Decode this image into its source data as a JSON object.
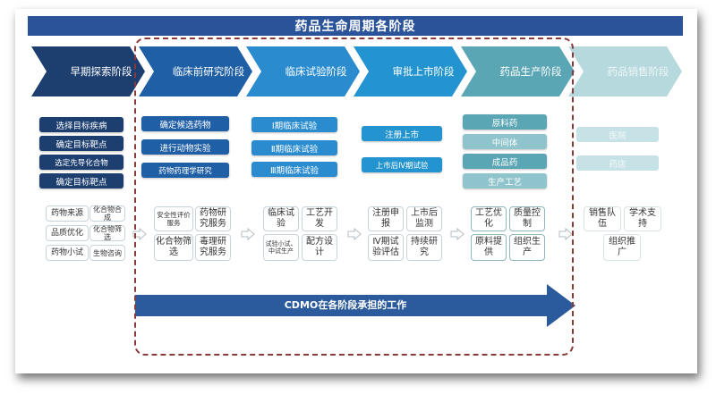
{
  "title": "药品生命周期各阶段",
  "colors": {
    "title_bar": "#2a5399",
    "stage_early": "#1d3f70",
    "stage_preclinical": "#1f5fa5",
    "stage_clinical": "#2a8ccf",
    "stage_approval": "#2394cf",
    "stage_production": "#5aa6b4",
    "stage_sales": "#b6d9de",
    "dashed_border": "#8b3a3a",
    "cdmo_arrow": "#2b5b9c"
  },
  "stages": [
    {
      "label": "早期探索阶段"
    },
    {
      "label": "临床前研究阶段"
    },
    {
      "label": "临床试验阶段"
    },
    {
      "label": "审批上市阶段"
    },
    {
      "label": "药品生产阶段"
    },
    {
      "label": "药品销售阶段"
    }
  ],
  "activities": {
    "early": [
      "选择目标疾病",
      "确定目标靶点",
      "选定先导化合物",
      "确定目标靶点"
    ],
    "preclinical": [
      "确定候选药物",
      "进行动物实验",
      "药物药理学研究"
    ],
    "clinical": [
      "Ⅰ期临床试验",
      "Ⅱ期临床试验",
      "Ⅲ期临床试验"
    ],
    "approval": [
      "注册上市",
      "上市后Ⅳ期试验"
    ],
    "production": [
      "原料药",
      "中间体",
      "成品药",
      "生产工艺"
    ],
    "sales": [
      "医院",
      "药店"
    ]
  },
  "services": {
    "early": [
      "药物来源",
      "化合物合成",
      "品质优化",
      "化合物筛选",
      "药物小试",
      "生物咨询"
    ],
    "preclinical": [
      "安全性评价服务",
      "药物研究服务",
      "化合物筛选",
      "毒理研究服务"
    ],
    "clinical": [
      "临床试验",
      "工艺开发",
      "试验小试、中试生产",
      "配方设计"
    ],
    "approval": [
      "注册申报",
      "上市后监测",
      "Ⅳ期试验评估",
      "持续研究"
    ],
    "production": [
      "工艺优化",
      "质量控制",
      "原料提供",
      "组织生产"
    ],
    "sales": [
      "销售队伍",
      "学术支持",
      "组织推广"
    ]
  },
  "cdmo": {
    "label": "CDMO在各阶段承担的工作"
  }
}
